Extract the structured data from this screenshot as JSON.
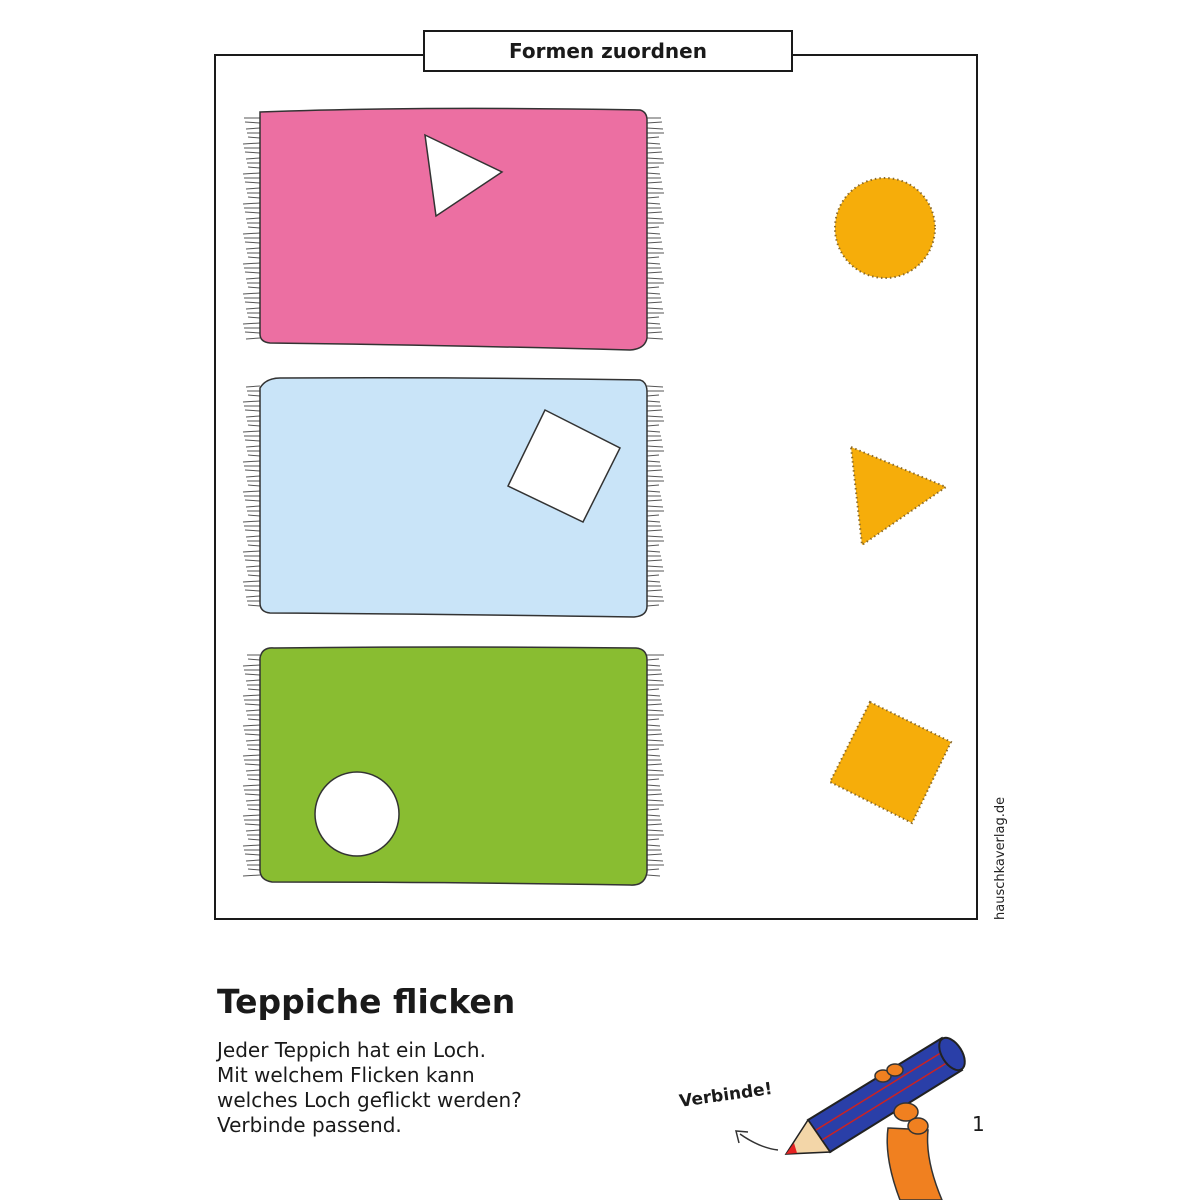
{
  "header": {
    "title": "Formen zuordnen"
  },
  "publisher": "hauschkaverlag.de",
  "task": {
    "title": "Teppiche flicken",
    "instructions": [
      "Jeder Teppich hat ein Loch.",
      "Mit welchem Flicken kann",
      "welches Loch geflickt werden?",
      "Verbinde passend."
    ],
    "prompt": "Verbinde!"
  },
  "page_number": "1",
  "colors": {
    "rug_pink": "#ec6fa2",
    "rug_blue": "#c9e4f8",
    "rug_green": "#89bd31",
    "patch": "#f6ad0a",
    "pencil": "#2a3fa8",
    "hand": "#f08020"
  },
  "rugs": [
    {
      "color": "rug_pink",
      "hole": "triangle"
    },
    {
      "color": "rug_blue",
      "hole": "square"
    },
    {
      "color": "rug_green",
      "hole": "circle"
    }
  ],
  "patches": [
    "circle",
    "triangle",
    "square"
  ]
}
